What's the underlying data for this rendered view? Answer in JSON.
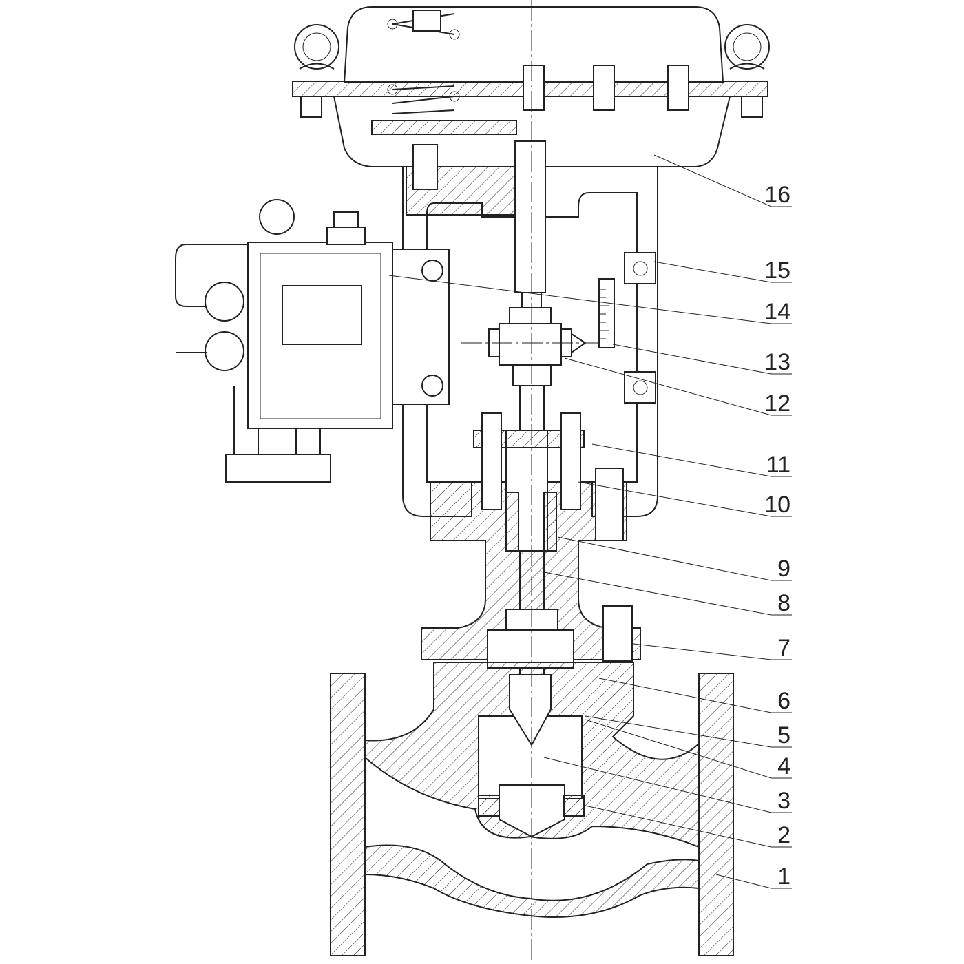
{
  "title": "Pneumatic diaphragm control valve with positioner — sectional drawing",
  "part_labels": [
    "1",
    "2",
    "3",
    "4",
    "5",
    "6",
    "7",
    "8",
    "9",
    "10",
    "11",
    "12",
    "13",
    "14",
    "15",
    "16"
  ],
  "colors": {
    "line": "#222222",
    "background": "#ffffff"
  }
}
